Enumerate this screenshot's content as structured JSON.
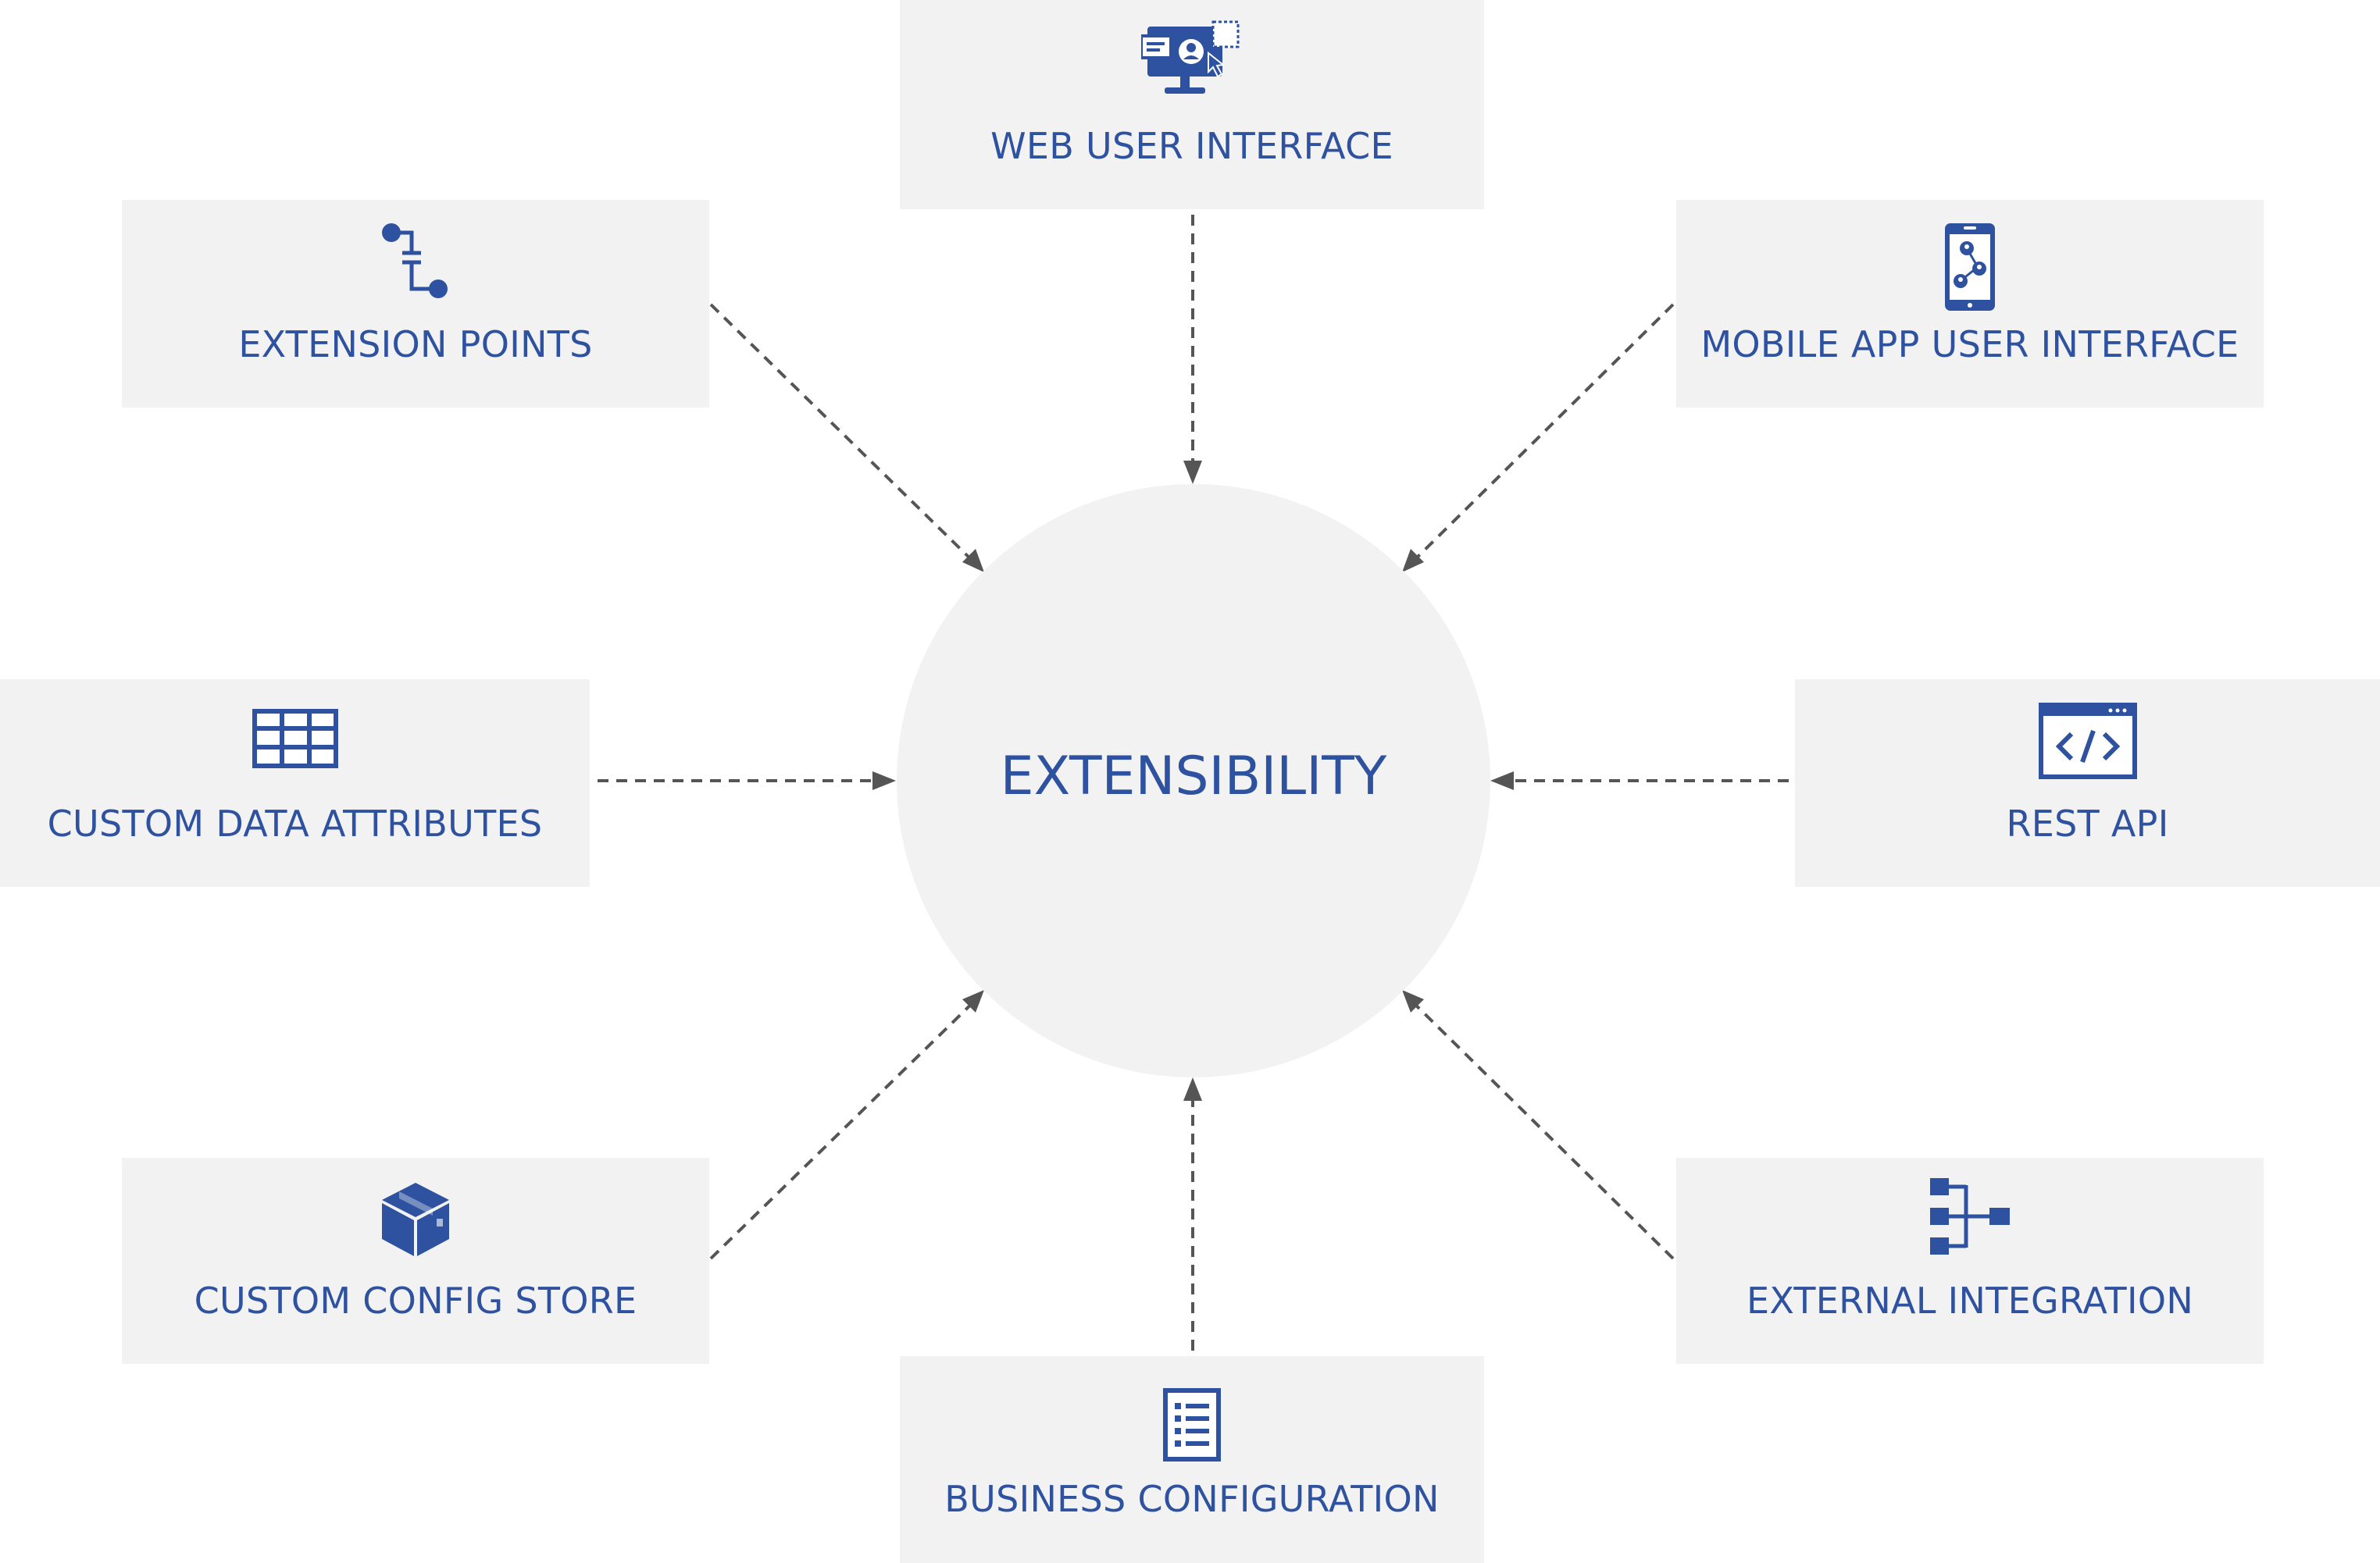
{
  "colors": {
    "accent": "#2e52a0",
    "box_fill": "#f2f2f2",
    "arrow": "#555555"
  },
  "hub": {
    "label": "EXTENSIBILITY"
  },
  "nodes": {
    "web_ui": {
      "label": "WEB USER INTERFACE",
      "icon": "monitor-user-icon"
    },
    "mobile_ui": {
      "label": "MOBILE APP USER INTERFACE",
      "icon": "smartphone-network-icon"
    },
    "rest_api": {
      "label": "REST API",
      "icon": "code-window-icon"
    },
    "external_integration": {
      "label": "EXTERNAL INTEGRATION",
      "icon": "hierarchy-icon"
    },
    "business_configuration": {
      "label": "BUSINESS CONFIGURATION",
      "icon": "checklist-icon"
    },
    "custom_config_store": {
      "label": "CUSTOM CONFIG STORE",
      "icon": "cube-box-icon"
    },
    "custom_data_attributes": {
      "label": "CUSTOM DATA ATTRIBUTES",
      "icon": "table-grid-icon"
    },
    "extension_points": {
      "label": "EXTENSION POINTS",
      "icon": "connector-icon"
    }
  },
  "edges": [
    {
      "from": "web_ui",
      "to": "hub"
    },
    {
      "from": "mobile_ui",
      "to": "hub"
    },
    {
      "from": "rest_api",
      "to": "hub"
    },
    {
      "from": "external_integration",
      "to": "hub"
    },
    {
      "from": "business_configuration",
      "to": "hub"
    },
    {
      "from": "custom_config_store",
      "to": "hub"
    },
    {
      "from": "custom_data_attributes",
      "to": "hub"
    },
    {
      "from": "extension_points",
      "to": "hub"
    }
  ]
}
